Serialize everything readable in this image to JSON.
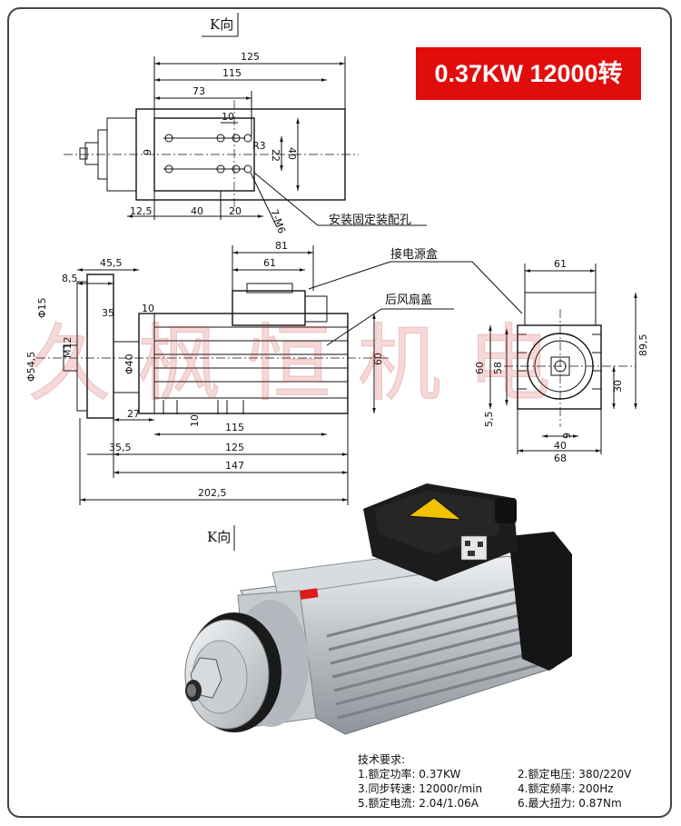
{
  "title_badge": "0.37KW 12000转",
  "view_label_top": "K向",
  "view_label_bottom": "K向",
  "watermark": "久 枫 恒 机 电",
  "callouts": {
    "mount_holes": "安装固定装配孔",
    "junction_box": "接电源盒",
    "rear_fan_cover": "后风扇盖"
  },
  "top_view_dims": [
    "125",
    "115",
    "73",
    "10",
    "6",
    "R3",
    "22",
    "40",
    "12.5",
    "40",
    "20",
    "7-M6"
  ],
  "side_view_dims": [
    "81",
    "61",
    "45.5",
    "8.5",
    "Φ15",
    "35",
    "10",
    "Φ54.5",
    "M12",
    "Φ40",
    "60",
    "27",
    "10",
    "35.5",
    "115",
    "125",
    "147",
    "202.5"
  ],
  "end_view_dims": [
    "61",
    "60",
    "58",
    "89.5",
    "30",
    "5.5",
    "6",
    "40",
    "68"
  ],
  "specs": {
    "heading": "技术要求:",
    "rows": [
      [
        "1.额定功率: 0.37KW",
        "2.额定电压: 380/220V"
      ],
      [
        "3.同步转速: 12000r/min",
        "4.额定频率: 200Hz"
      ],
      [
        "5.额定电流: 2.04/1.06A",
        "6.最大扭力: 0.87Nm"
      ]
    ]
  },
  "colors": {
    "badge": "#e10c0c",
    "watermark": "#c62828",
    "body": "#c9cdd1",
    "box": "#1c1c1c",
    "warning": "#f2c200"
  }
}
